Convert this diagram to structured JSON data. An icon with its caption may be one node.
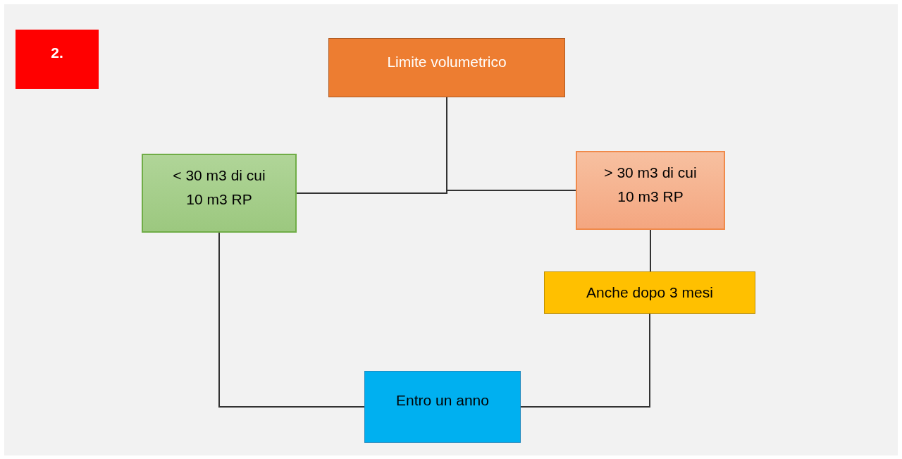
{
  "diagram": {
    "nodes": [
      {
        "text": [
          "2."
        ]
      },
      {
        "text": [
          "Limite volumetrico"
        ]
      },
      {
        "text": [
          "< 30 m3 di cui 10 m3 RP"
        ]
      },
      {
        "text": [
          "> 30 m3 di cui 10 m3 RP"
        ]
      },
      {
        "text": [
          "Anche dopo 3 mesi"
        ]
      },
      {
        "text": [
          "Entro un anno"
        ]
      }
    ],
    "edges": [
      {
        "from": 1,
        "to": 2,
        "arrow": "none"
      },
      {
        "from": 1,
        "to": 3,
        "arrow": "none"
      },
      {
        "from": 3,
        "to": 4,
        "arrow": "none"
      },
      {
        "from": 2,
        "to": 5,
        "arrow": "none"
      },
      {
        "from": 4,
        "to": 5,
        "arrow": "none"
      }
    ]
  }
}
